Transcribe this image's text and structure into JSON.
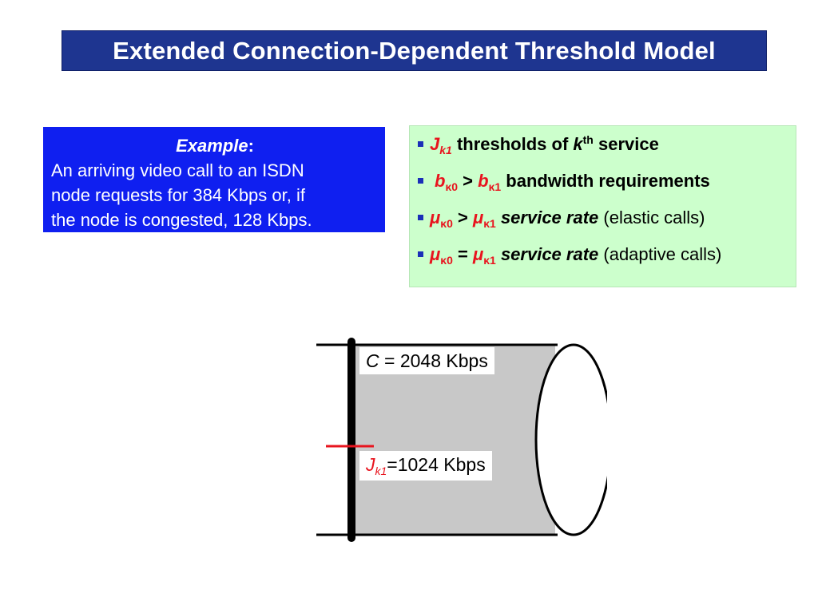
{
  "title": "Extended Connection-Dependent Threshold Model",
  "example": {
    "heading": "Example",
    "colon": ":",
    "lines": [
      "An arriving video call to an ISDN",
      "node requests for 384 Kbps or, if",
      "the node is congested, 128 Kbps."
    ]
  },
  "bullets": {
    "item1": {
      "J": "J",
      "J_sub": "k1",
      "text_a": " thresholds of ",
      "k": "k",
      "k_sup": "th",
      "text_b": " service"
    },
    "item2": {
      "b0": "b",
      "b0_sub": "κ0",
      "op": " > ",
      "b1": "b",
      "b1_sub": "κ1",
      "text": " bandwidth requirements"
    },
    "item3": {
      "mu0": "μ",
      "mu0_sub": "κ0",
      "op": " > ",
      "mu1": "μ",
      "mu1_sub": "κ1",
      "rate": " service rate",
      "paren": " (elastic calls)"
    },
    "item4": {
      "mu0": "μ",
      "mu0_sub": "κ0",
      "op": " = ",
      "mu1": "μ",
      "mu1_sub": "κ1",
      "rate": " service rate",
      "paren": " (adaptive calls)"
    }
  },
  "diagram": {
    "capacity": {
      "symbol": "C",
      "rest": " = 2048 Kbps"
    },
    "threshold": {
      "symbol": "J",
      "sub": "k1",
      "rest": "=1024 Kbps"
    }
  },
  "colors": {
    "title_bg": "#1e3590",
    "example_bg": "#0f1ff0",
    "bullets_bg": "#ccffcc",
    "accent_red": "#e8141e",
    "bullet_blue": "#1a2fb8",
    "pipe_gray": "#c8c8c8"
  }
}
